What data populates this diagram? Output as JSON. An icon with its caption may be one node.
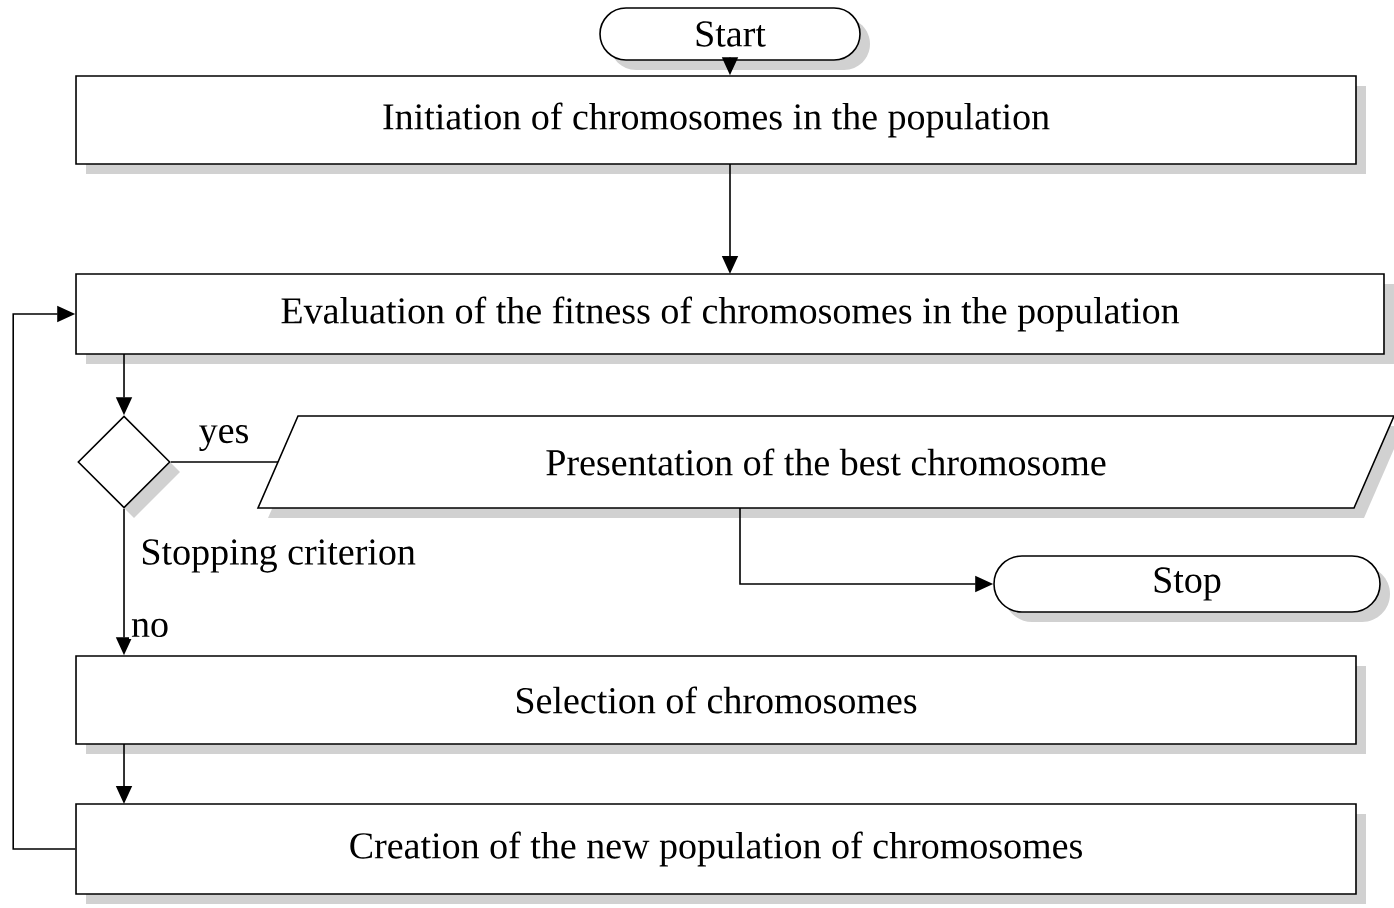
{
  "diagram": {
    "nodes": [
      {
        "text": [
          "Start"
        ]
      },
      {
        "text": [
          "Initiation of chromosomes in the population"
        ]
      },
      {
        "text": [
          "Evaluation of the fitness of chromosomes in the population"
        ]
      },
      {
        "text": [],
        "shape": "diamond",
        "beside": [
          "Stopping criterion"
        ]
      },
      {
        "text": [
          "Presentation of the best chromosome"
        ]
      },
      {
        "text": [
          "Stop"
        ]
      },
      {
        "text": [
          "Selection of chromosomes"
        ]
      },
      {
        "text": [
          "Creation of the new population of chromosomes"
        ]
      }
    ],
    "edges": [
      {
        "from": 0,
        "to": 1,
        "arrow": "to"
      },
      {
        "from": 1,
        "to": 2,
        "arrow": "to"
      },
      {
        "from": 2,
        "to": 3,
        "arrow": "to"
      },
      {
        "from": 3,
        "to": 4,
        "arrow": "none",
        "label": "yes"
      },
      {
        "from": 3,
        "to": 6,
        "arrow": "to",
        "label": "no"
      },
      {
        "from": 4,
        "to": 5,
        "arrow": "to"
      },
      {
        "from": 6,
        "to": 7,
        "arrow": "to"
      },
      {
        "from": 7,
        "to": 2,
        "arrow": "to"
      }
    ]
  }
}
